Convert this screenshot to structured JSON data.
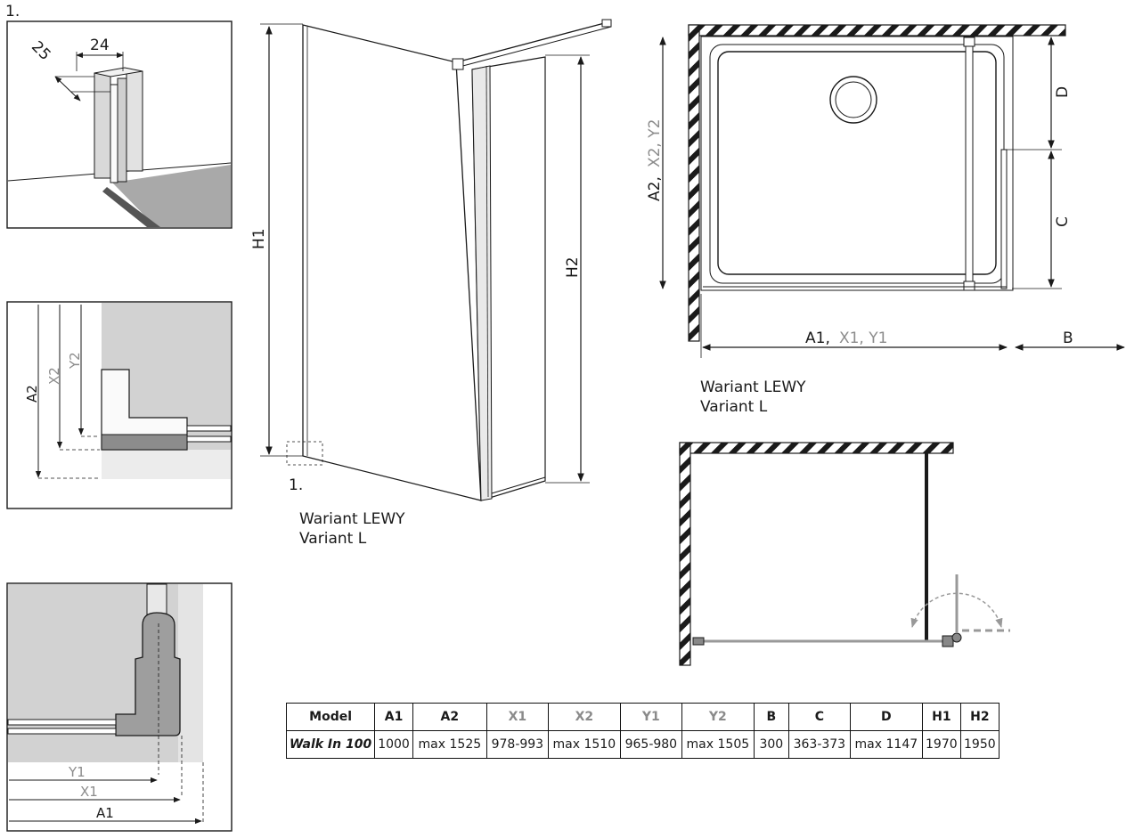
{
  "labels": {
    "detail_marker": "1.",
    "detail_ref": "1.",
    "dim_25": "25",
    "dim_24": "24",
    "h1": "H1",
    "h2": "H2",
    "a2_x2_y2_black": "A2,",
    "a2_x2_y2_grey": "X2, Y2",
    "d": "D",
    "c": "C",
    "a1_black": "A1,",
    "a1_grey": "X1, Y1",
    "b": "B",
    "a2_side": "A2",
    "x2_side": "X2",
    "y2_side": "Y2",
    "y1_bottom": "Y1",
    "x1_bottom": "X1",
    "a1_bottom": "A1"
  },
  "captions": {
    "iso_line1": "Wariant LEWY",
    "iso_line2": "Variant L",
    "plan_line1": "Wariant LEWY",
    "plan_line2": "Variant L"
  },
  "table": {
    "headers": [
      "Model",
      "A1",
      "A2",
      "X1",
      "X2",
      "Y1",
      "Y2",
      "B",
      "C",
      "D",
      "H1",
      "H2"
    ],
    "rows": [
      [
        "Walk In 100",
        "1000",
        "max 1525",
        "978-993",
        "max 1510",
        "965-980",
        "max 1505",
        "300",
        "363-373",
        "max 1147",
        "1970",
        "1950"
      ]
    ]
  },
  "colors": {
    "line": "#1a1a1a",
    "grey_label": "#8c8c8c",
    "panel_fill": "#cfcfcf",
    "light_fill": "#e6e6e6"
  }
}
